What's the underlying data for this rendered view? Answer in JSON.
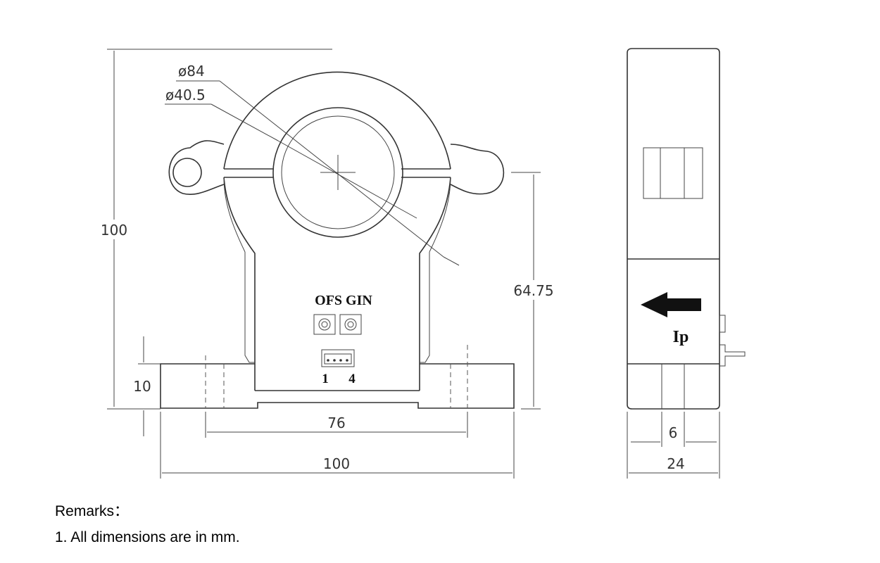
{
  "dimensions": {
    "outer_diameter": "ø84",
    "inner_diameter": "ø40.5",
    "height": "100",
    "aperture_height": "64.75",
    "base_height": "10",
    "mount_spacing": "76",
    "width": "100",
    "side_width": "24",
    "side_slot": "6"
  },
  "labels": {
    "adjusters": "OFS GIN",
    "pin_first": "1",
    "pin_last": "4",
    "current_direction": "Ip"
  },
  "remarks": {
    "heading": "Remarks：",
    "items": [
      "1. All dimensions are in mm."
    ]
  }
}
